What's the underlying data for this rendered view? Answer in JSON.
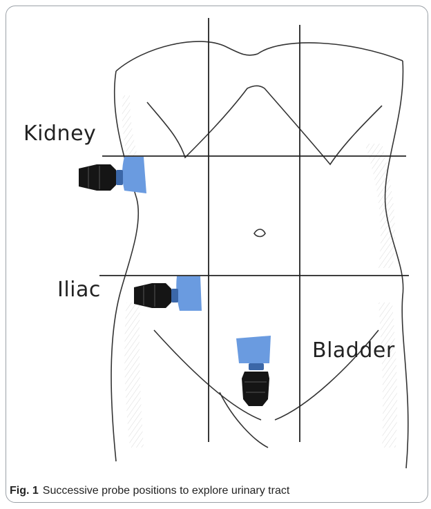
{
  "labels": {
    "kidney": "Kidney",
    "iliac": "Iliac",
    "bladder": "Bladder"
  },
  "caption": {
    "number": "Fig. 1",
    "text": "Successive probe positions to explore urinary tract"
  },
  "colors": {
    "probe_beam": "#6a9be0",
    "probe_body": "#151515",
    "probe_tip": "#3b67a8",
    "grid_line": "#222222",
    "body_outline": "#333333"
  }
}
